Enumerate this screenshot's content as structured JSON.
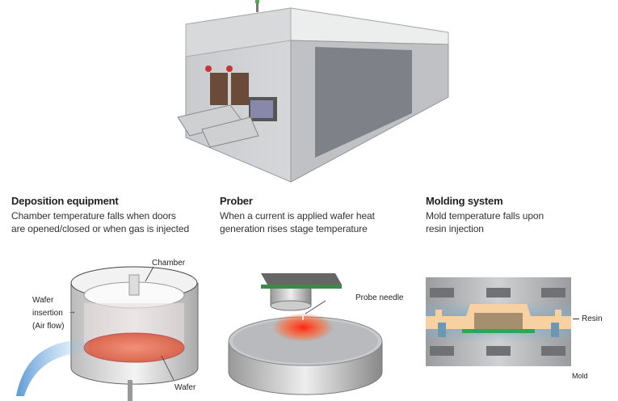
{
  "sections": [
    {
      "title": "Deposition equipment",
      "lines": [
        "Chamber temperature falls when doors",
        "are opened/closed or when gas is injected"
      ]
    },
    {
      "title": "Prober",
      "lines": [
        "When a current is applied wafer heat",
        "generation rises stage temperature"
      ]
    },
    {
      "title": "Molding system",
      "lines": [
        "Mold temperature falls upon",
        "resin injection"
      ]
    }
  ],
  "diagram_labels": {
    "chamber": "Chamber",
    "wafer_insertion_1": "Wafer",
    "wafer_insertion_2": "insertion",
    "wafer_insertion_3": "(Air flow)",
    "wafer": "Wafer",
    "probe_needle": "Probe needle",
    "resin": "Resin",
    "mold": "Mold"
  }
}
